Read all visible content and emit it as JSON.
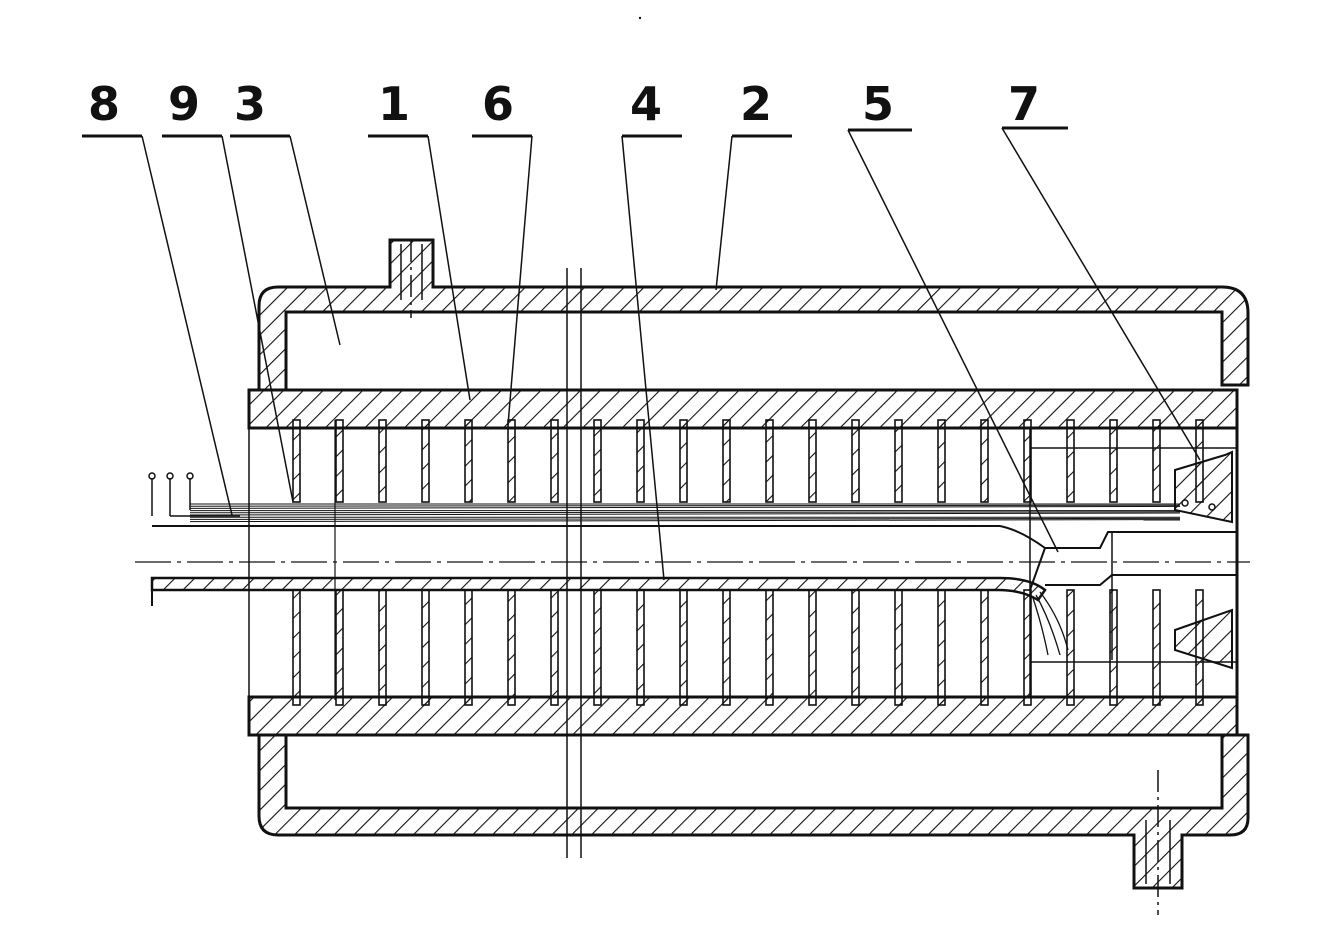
{
  "figure": {
    "type": "engineering cross-section drawing",
    "line_color": "#111111",
    "background": "#ffffff",
    "reference_numerals": [
      {
        "id": "8",
        "label": "8"
      },
      {
        "id": "9",
        "label": "9"
      },
      {
        "id": "3",
        "label": "3"
      },
      {
        "id": "1",
        "label": "1"
      },
      {
        "id": "6",
        "label": "6"
      },
      {
        "id": "4",
        "label": "4"
      },
      {
        "id": "2",
        "label": "2"
      },
      {
        "id": "5",
        "label": "5"
      },
      {
        "id": "7",
        "label": "7"
      }
    ]
  }
}
